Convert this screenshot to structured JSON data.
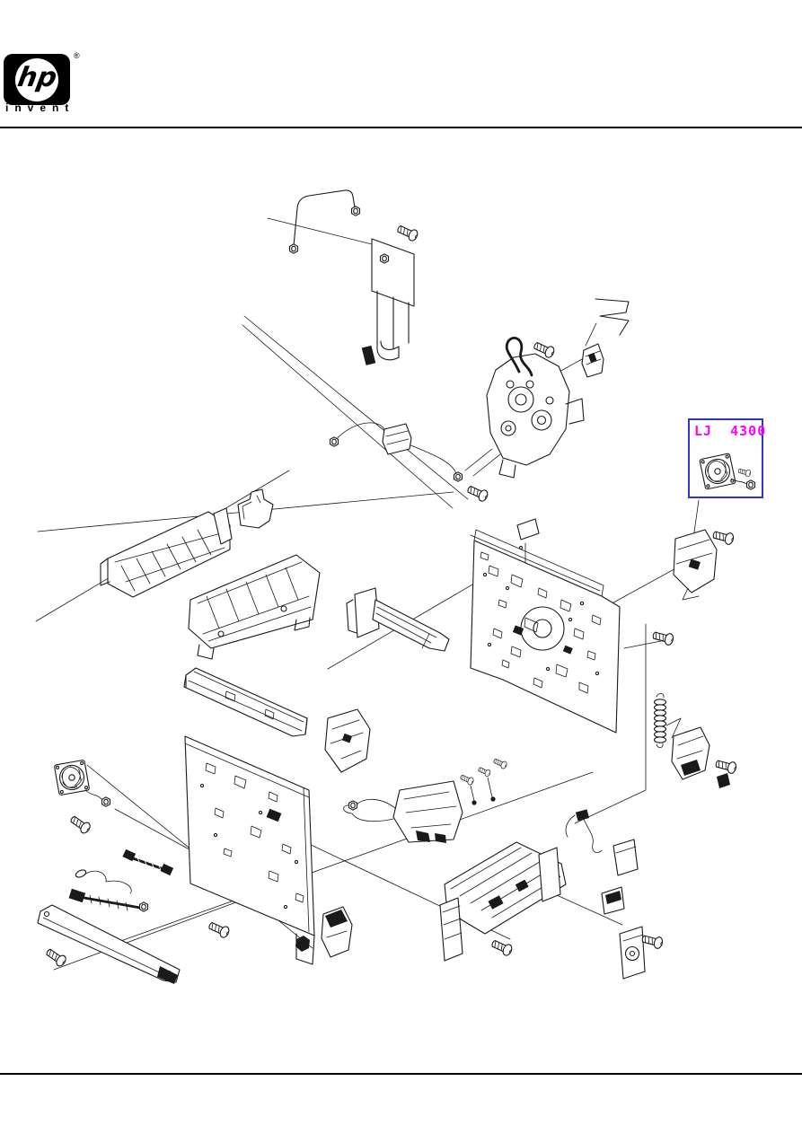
{
  "page": {
    "background_color": "#ffffff"
  },
  "header": {
    "logo_brand": "hp",
    "logo_registered": "®",
    "logo_tagline": "invent"
  },
  "diagram": {
    "callout": {
      "label": "LJ  4300",
      "text_color": "#ff00ff",
      "border_color": "#3333cc"
    },
    "line_color": "#1a1a1a"
  }
}
